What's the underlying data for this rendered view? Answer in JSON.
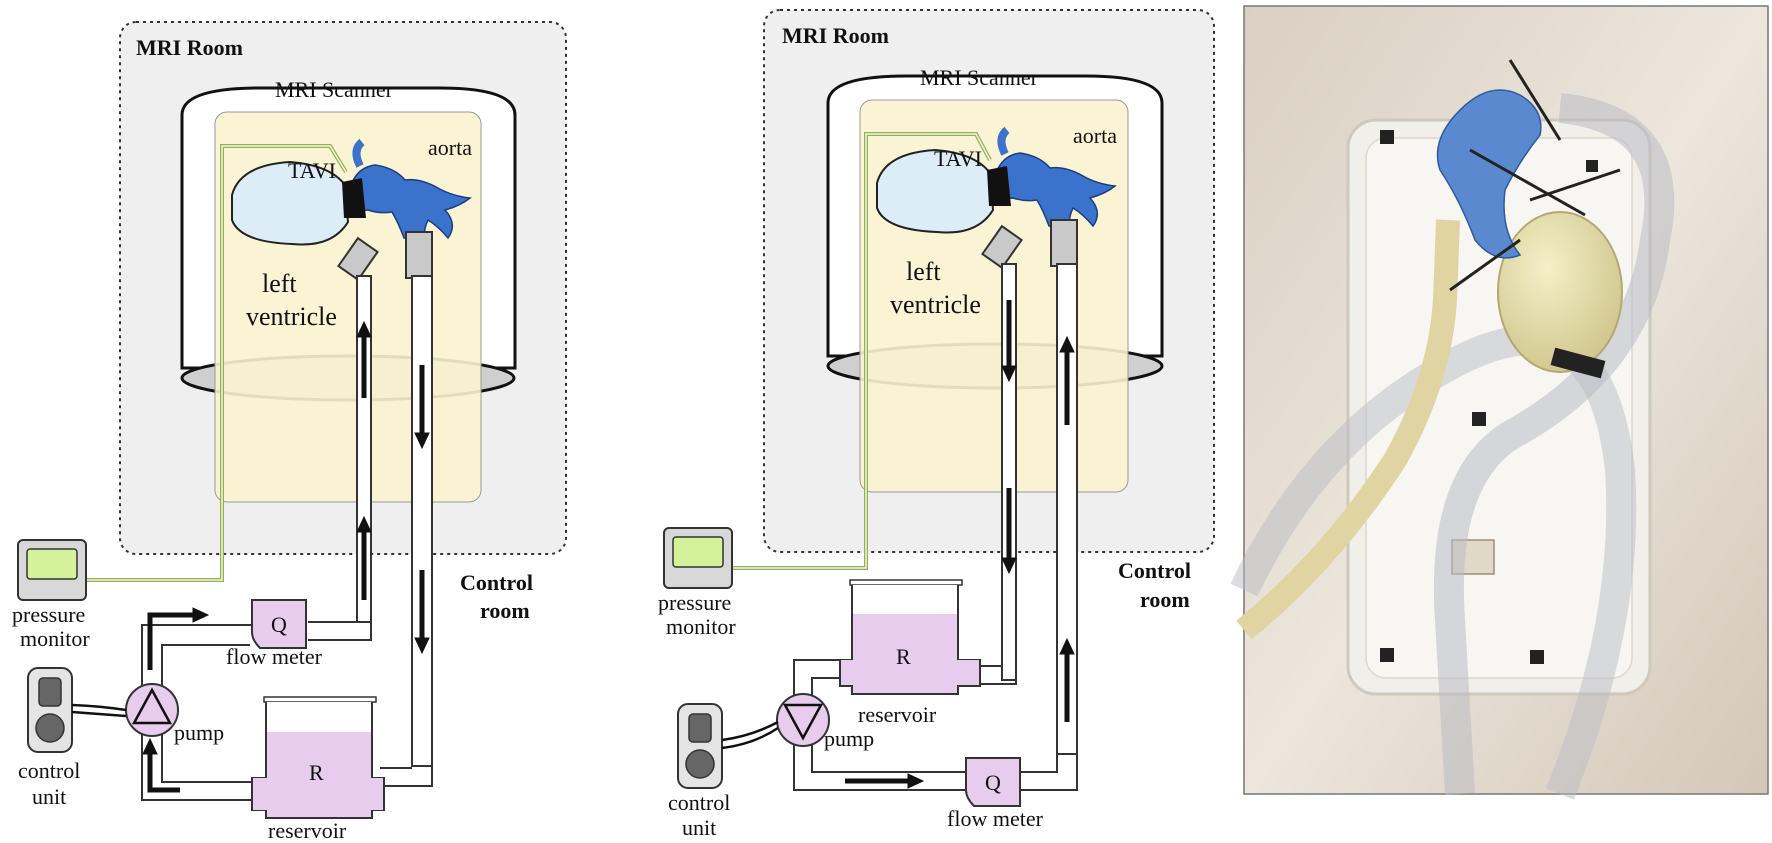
{
  "diagram_a": {
    "mri_room": "MRI Room",
    "mri_scanner": "MRI Scanner",
    "tavi": "TAVI",
    "aorta": "aorta",
    "left": "left",
    "ventricle": "ventricle",
    "control": "Control",
    "room": "room",
    "pressure": "pressure",
    "monitor": "monitor",
    "flow_meter": "flow meter",
    "q": "Q",
    "pump": "pump",
    "control_unit_1": "control",
    "control_unit_2": "unit",
    "r": "R",
    "reservoir": "reservoir"
  },
  "diagram_b": {
    "mri_room": "MRI Room",
    "mri_scanner": "MRI Scanner",
    "tavi": "TAVI",
    "aorta": "aorta",
    "left": "left",
    "ventricle": "ventricle",
    "control": "Control",
    "room": "room",
    "pressure": "pressure",
    "monitor": "monitor",
    "r": "R",
    "reservoir": "reservoir",
    "pump": "pump",
    "control_unit_1": "control",
    "control_unit_2": "unit",
    "q": "Q",
    "flow_meter": "flow meter"
  },
  "colors": {
    "room_fill": "#efefef",
    "zone_fill": "#fbf3cf",
    "ventricle_fill": "#dcedf8",
    "aorta_fill": "#3b73cc",
    "device_fill": "#e8ccee",
    "connector_fill": "#c9c9c9",
    "monitor_screen": "#d4f29a",
    "pressure_line": "#8fb25a"
  }
}
